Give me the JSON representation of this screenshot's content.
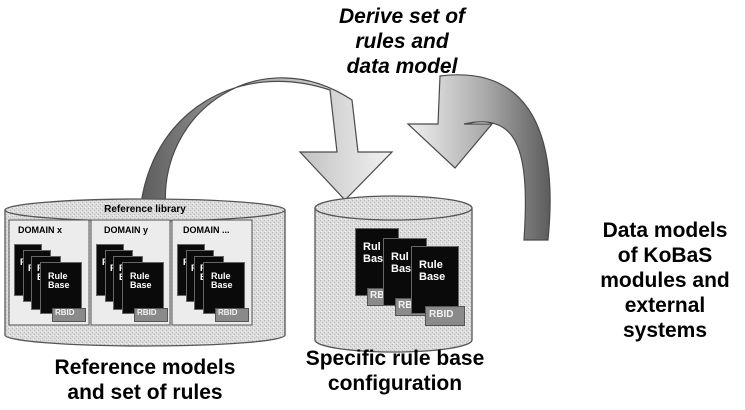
{
  "arrow_caption": {
    "line1": "Derive set of",
    "line2": "rules and",
    "line3": "data model"
  },
  "library": {
    "title": "Reference library",
    "domains": [
      {
        "title": "DOMAIN x",
        "back_cards": [
          "R",
          "R"
        ],
        "mid_card": "R\nB",
        "front_card": "Rule\nBase",
        "tag": "RBID"
      },
      {
        "title": "DOMAIN y",
        "back_cards": [
          "R",
          "R"
        ],
        "mid_card": "R\nB",
        "front_card": "Rule\nBase",
        "tag": "RBID"
      },
      {
        "title": "DOMAIN ...",
        "back_cards": [
          "R",
          "R"
        ],
        "mid_card": "R\nB",
        "front_card": "Rule\nBase",
        "tag": "RBID"
      }
    ]
  },
  "config_cards": [
    {
      "label": "Rul\nBas",
      "tag": "RBI"
    },
    {
      "label": "Rul\nBas",
      "tag": "RBI"
    },
    {
      "label": "Rule\nBase",
      "tag": "RBID"
    }
  ],
  "captions": {
    "left": {
      "line1": "Reference models",
      "line2": "and set of rules"
    },
    "middle": {
      "line1": "Specific rule base",
      "line2": "configuration"
    },
    "right": {
      "line1": "Data models",
      "line2": "of KoBaS",
      "line3": "modules and",
      "line4": "external",
      "line5": "systems"
    }
  }
}
